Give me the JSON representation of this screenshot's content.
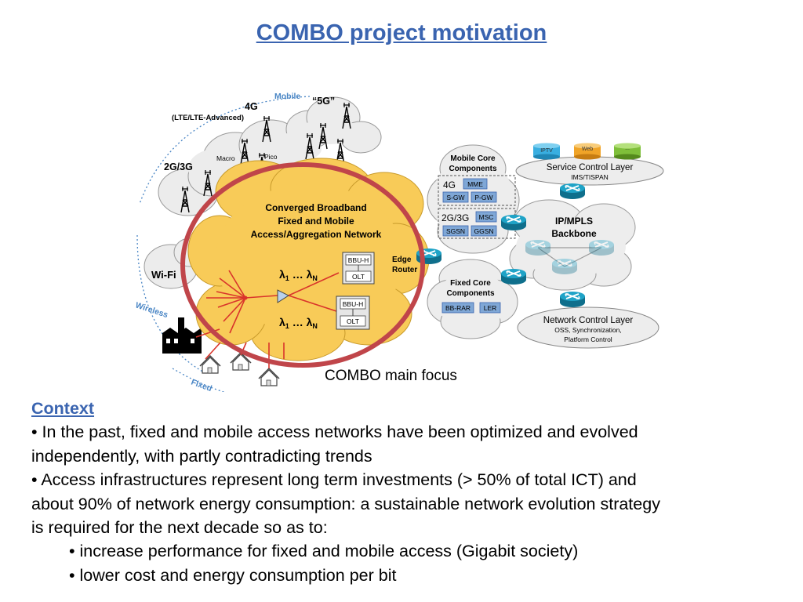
{
  "title": "COMBO project motivation",
  "diagram": {
    "mobile_label": "Mobile",
    "wireless_label": "Wireless",
    "fixed_label": "Fixed",
    "g5": "“5G”",
    "g4": "4G",
    "g4_sub": "(LTE/LTE-Advanced)",
    "g23": "2G/3G",
    "macro": "Macro",
    "pico": "Pico",
    "wifi": "Wi-Fi",
    "converged_l1": "Converged Broadband",
    "converged_l2": "Fixed and Mobile",
    "converged_l3": "Access/Aggregation Network",
    "lambda_1": "λ",
    "lambda_sub1": "1",
    "lambda_dots": " … λ",
    "lambda_subN": "N",
    "bbu": "BBU-H",
    "olt": "OLT",
    "edge_router_l1": "Edge",
    "edge_router_l2": "Router",
    "mobile_core_l1": "Mobile Core",
    "mobile_core_l2": "Components",
    "mc_4g": "4G",
    "mme": "MME",
    "sgw": "S-GW",
    "pgw": "P-GW",
    "mc_23g": "2G/3G",
    "msc": "MSC",
    "sgsn": "SGSN",
    "ggsn": "GGSN",
    "fixed_core_l1": "Fixed Core",
    "fixed_core_l2": "Components",
    "bbrar": "BB-RAR",
    "ler": "LER",
    "iptv": "IPTV",
    "web": "Web",
    "dots": "...",
    "service_l1": "Service Control Layer",
    "service_l2": "IMS/TISPAN",
    "ipmpls_l1": "IP/MPLS",
    "ipmpls_l2": "Backbone",
    "network_l1": "Network Control Layer",
    "network_l2": "OSS, Synchronization,",
    "network_l3": "Platform Control",
    "focus": "COMBO main focus"
  },
  "context": {
    "heading": "Context",
    "p1_l1": "• In the past, fixed and mobile access networks have been optimized and evolved",
    "p1_l2": "independently, with partly contradicting trends",
    "p2_l1": "• Access infrastructures represent long term investments (> 50% of total ICT) and",
    "p2_l2": "about 90% of network energy consumption: a sustainable network evolution strategy",
    "p2_l3": "is required for the next decade so as to:",
    "b1": "• increase performance for fixed and mobile access (Gigabit society)",
    "b2": "• lower cost and energy consumption per bit"
  },
  "colors": {
    "title_blue": "#3a64b0",
    "orange_cloud": "#f8cb58",
    "red_ellipse": "#c0454a",
    "component_blue": "#7fa7d6",
    "router_teal": "#1fa3c7"
  }
}
